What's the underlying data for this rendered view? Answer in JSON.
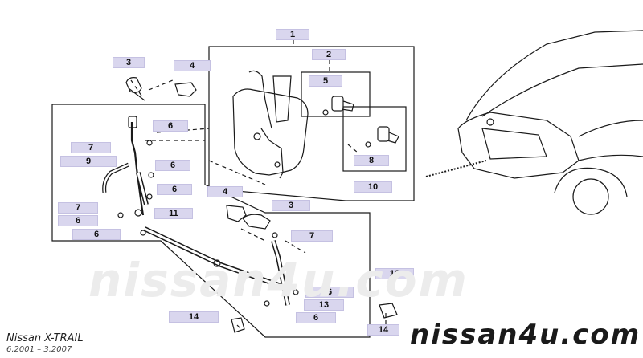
{
  "callouts": {
    "c1": "1",
    "c2": "2",
    "c3a": "3",
    "c3b": "3",
    "c4a": "4",
    "c4b": "4",
    "c5": "5",
    "c6a": "6",
    "c6b": "6",
    "c6c": "6",
    "c6d": "6",
    "c6e": "6",
    "c6f": "6",
    "c6g": "6",
    "c7a": "7",
    "c7b": "7",
    "c7c": "7",
    "c8": "8",
    "c9": "9",
    "c10": "10",
    "c11": "11",
    "c12": "12",
    "c13": "13",
    "c14a": "14",
    "c14b": "14"
  },
  "footer": {
    "model": "Nissan  X-TRAIL",
    "years": "6.2001 – 3.2007"
  },
  "watermark": {
    "text": "nissan4u.com"
  },
  "colors": {
    "line": "#1a1a1a",
    "callout_bg": "#d9d6ee",
    "watermark": "#e6e6e6"
  }
}
